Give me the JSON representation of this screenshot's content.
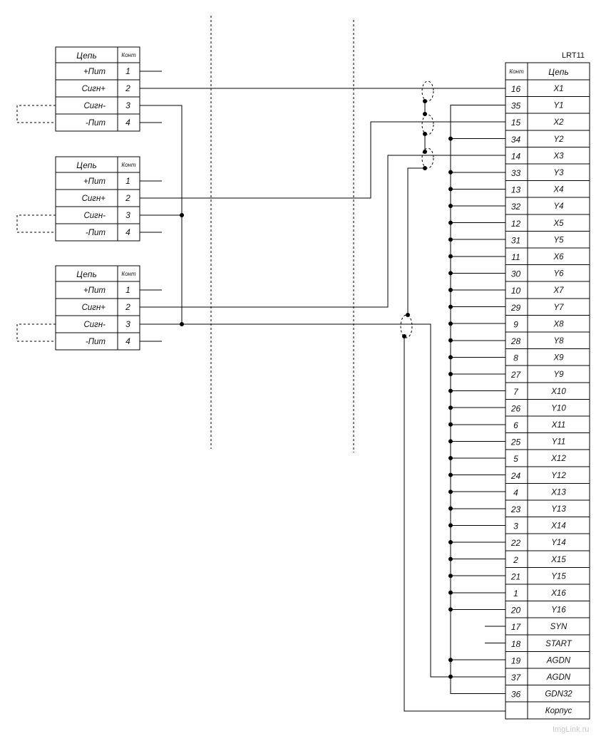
{
  "device": {
    "title": "LRT11",
    "header_kont": "Конт",
    "header_chain": "Цепь",
    "rows": [
      {
        "num": "16",
        "label": "X1"
      },
      {
        "num": "35",
        "label": "Y1"
      },
      {
        "num": "15",
        "label": "X2"
      },
      {
        "num": "34",
        "label": "Y2"
      },
      {
        "num": "14",
        "label": "X3"
      },
      {
        "num": "33",
        "label": "Y3"
      },
      {
        "num": "13",
        "label": "X4"
      },
      {
        "num": "32",
        "label": "Y4"
      },
      {
        "num": "12",
        "label": "X5"
      },
      {
        "num": "31",
        "label": "Y5"
      },
      {
        "num": "11",
        "label": "X6"
      },
      {
        "num": "30",
        "label": "Y6"
      },
      {
        "num": "10",
        "label": "X7"
      },
      {
        "num": "29",
        "label": "Y7"
      },
      {
        "num": "9",
        "label": "X8"
      },
      {
        "num": "28",
        "label": "Y8"
      },
      {
        "num": "8",
        "label": "X9"
      },
      {
        "num": "27",
        "label": "Y9"
      },
      {
        "num": "7",
        "label": "X10"
      },
      {
        "num": "26",
        "label": "Y10"
      },
      {
        "num": "6",
        "label": "X11"
      },
      {
        "num": "25",
        "label": "Y11"
      },
      {
        "num": "5",
        "label": "X12"
      },
      {
        "num": "24",
        "label": "Y12"
      },
      {
        "num": "4",
        "label": "X13"
      },
      {
        "num": "23",
        "label": "Y13"
      },
      {
        "num": "3",
        "label": "X14"
      },
      {
        "num": "22",
        "label": "Y14"
      },
      {
        "num": "2",
        "label": "X15"
      },
      {
        "num": "21",
        "label": "Y15"
      },
      {
        "num": "1",
        "label": "X16"
      },
      {
        "num": "20",
        "label": "Y16"
      },
      {
        "num": "17",
        "label": "SYN"
      },
      {
        "num": "18",
        "label": "START"
      },
      {
        "num": "19",
        "label": "AGDN"
      },
      {
        "num": "37",
        "label": "AGDN"
      },
      {
        "num": "36",
        "label": "GDN32"
      },
      {
        "num": "",
        "label": "Корпус"
      }
    ]
  },
  "sensors": [
    {
      "header_chain": "Цепь",
      "header_kont": "Конт",
      "rows": [
        {
          "label": "+Пит",
          "num": "1"
        },
        {
          "label": "Сигн+",
          "num": "2"
        },
        {
          "label": "Сигн-",
          "num": "3"
        },
        {
          "label": "-Пит",
          "num": "4"
        }
      ]
    },
    {
      "header_chain": "Цепь",
      "header_kont": "Конт",
      "rows": [
        {
          "label": "+Пит",
          "num": "1"
        },
        {
          "label": "Сигн+",
          "num": "2"
        },
        {
          "label": "Сигн-",
          "num": "3"
        },
        {
          "label": "-Пит",
          "num": "4"
        }
      ]
    },
    {
      "header_chain": "Цепь",
      "header_kont": "Конт",
      "rows": [
        {
          "label": "+Пит",
          "num": "1"
        },
        {
          "label": "Сигн+",
          "num": "2"
        },
        {
          "label": "Сигн-",
          "num": "3"
        },
        {
          "label": "-Пит",
          "num": "4"
        }
      ]
    }
  ],
  "watermark": "ImgLink.ru"
}
